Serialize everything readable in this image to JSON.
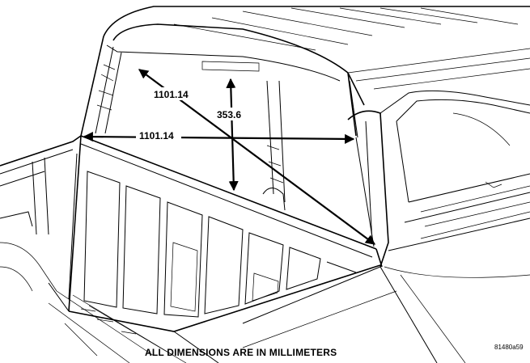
{
  "dimensions": {
    "diagonal_upper": "1101.14",
    "horizontal": "1101.14",
    "vertical": "353.6"
  },
  "caption": "ALL DIMENSIONS ARE IN MILLIMETERS",
  "figure_ref": "81480a59"
}
